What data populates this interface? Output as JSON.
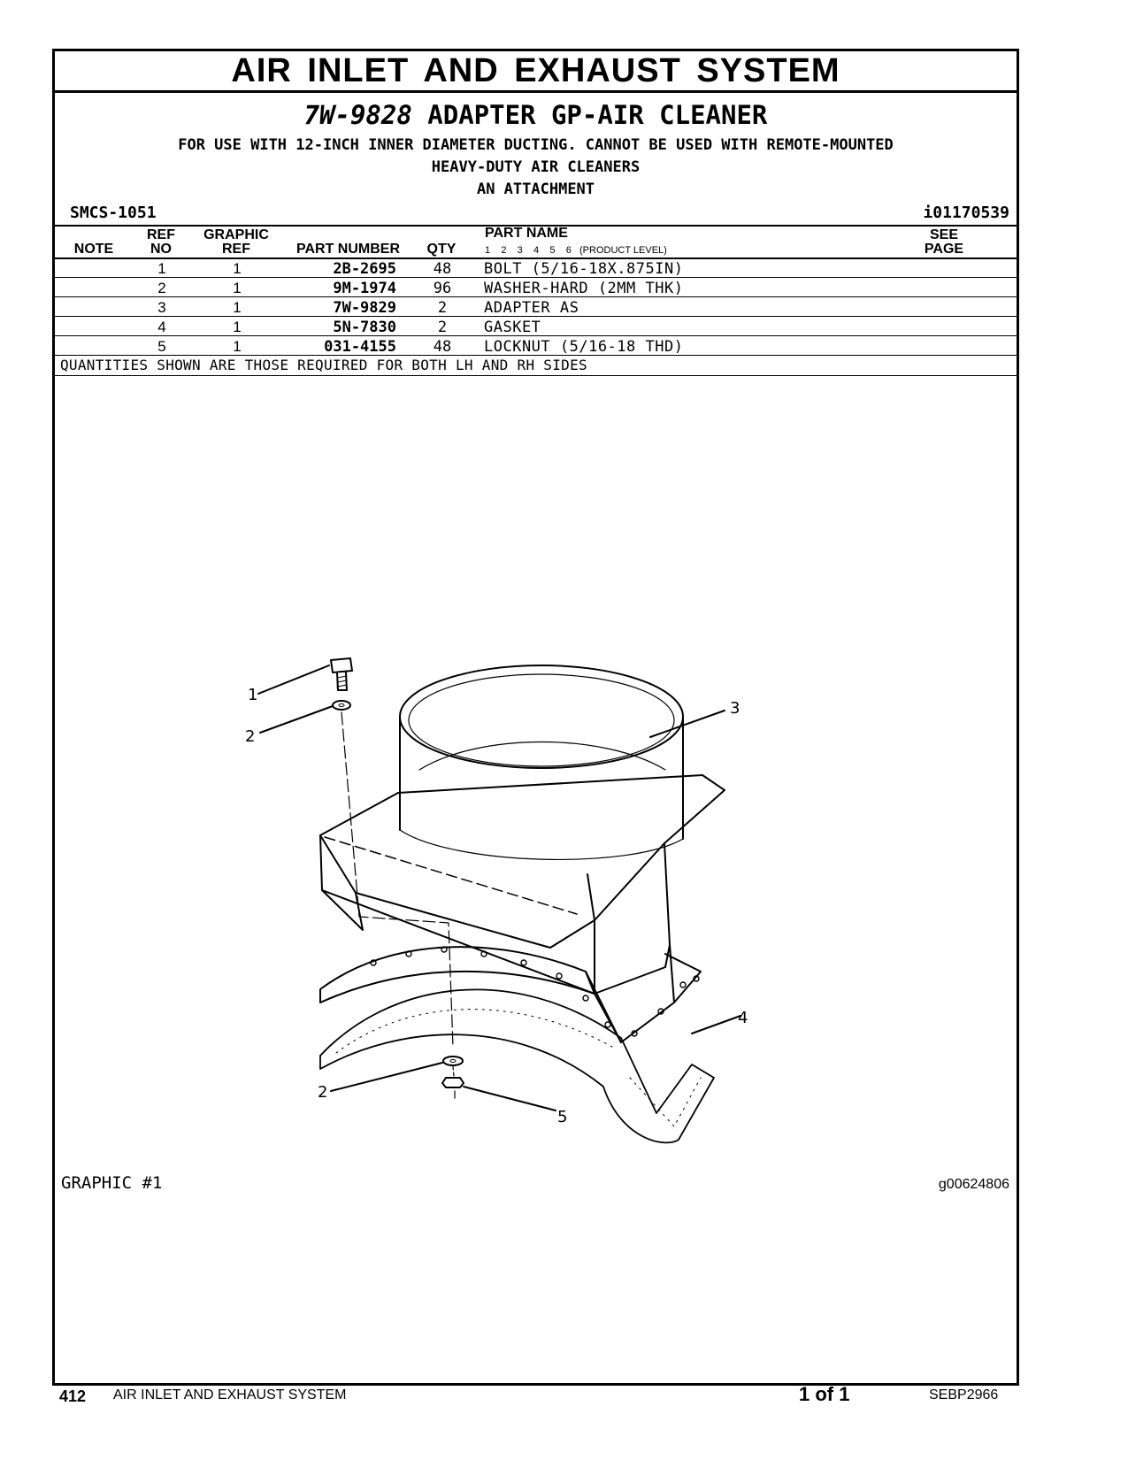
{
  "section_title": "AIR INLET AND EXHAUST SYSTEM",
  "group": {
    "part_number": "7W-9828",
    "name": "ADAPTER GP-AIR CLEANER",
    "description_line1": "FOR USE WITH 12-INCH INNER DIAMETER DUCTING. CANNOT BE USED WITH REMOTE-MOUNTED",
    "description_line2": "HEAVY-DUTY AIR CLEANERS",
    "description_line3": "AN ATTACHMENT"
  },
  "smcs": "SMCS-1051",
  "doc_id": "i01170539",
  "table": {
    "headers": {
      "note": "NOTE",
      "ref_top": "REF",
      "ref_bottom": "NO",
      "graphic_top": "GRAPHIC",
      "graphic_bottom": "REF",
      "part_number": "PART NUMBER",
      "qty": "QTY",
      "part_name": "PART NAME",
      "product_level": "1    2    3    4    5    6   (PRODUCT LEVEL)",
      "see_top": "SEE",
      "see_bottom": "PAGE"
    },
    "rows": [
      {
        "note": "",
        "ref": "1",
        "graphic": "1",
        "part_number": "2B-2695",
        "qty": "48",
        "name": "BOLT (5/16-18X.875IN)"
      },
      {
        "note": "",
        "ref": "2",
        "graphic": "1",
        "part_number": "9M-1974",
        "qty": "96",
        "name": "WASHER-HARD (2MM THK)"
      },
      {
        "note": "",
        "ref": "3",
        "graphic": "1",
        "part_number": "7W-9829",
        "qty": "2",
        "name": "ADAPTER AS"
      },
      {
        "note": "",
        "ref": "4",
        "graphic": "1",
        "part_number": "5N-7830",
        "qty": "2",
        "name": "GASKET"
      },
      {
        "note": "",
        "ref": "5",
        "graphic": "1",
        "part_number": "031-4155",
        "qty": "48",
        "name": "LOCKNUT (5/16-18 THD)"
      }
    ],
    "footnote": "QUANTITIES SHOWN ARE THOSE REQUIRED FOR BOTH LH AND RH SIDES"
  },
  "graphic": {
    "label": "GRAPHIC #1",
    "id": "g00624806",
    "callouts": [
      "1",
      "2",
      "3",
      "4",
      "2",
      "5"
    ]
  },
  "footer": {
    "page_number": "412",
    "section": "AIR INLET AND EXHAUST SYSTEM",
    "page_of": "1 of 1",
    "doc_number": "SEBP2966"
  }
}
